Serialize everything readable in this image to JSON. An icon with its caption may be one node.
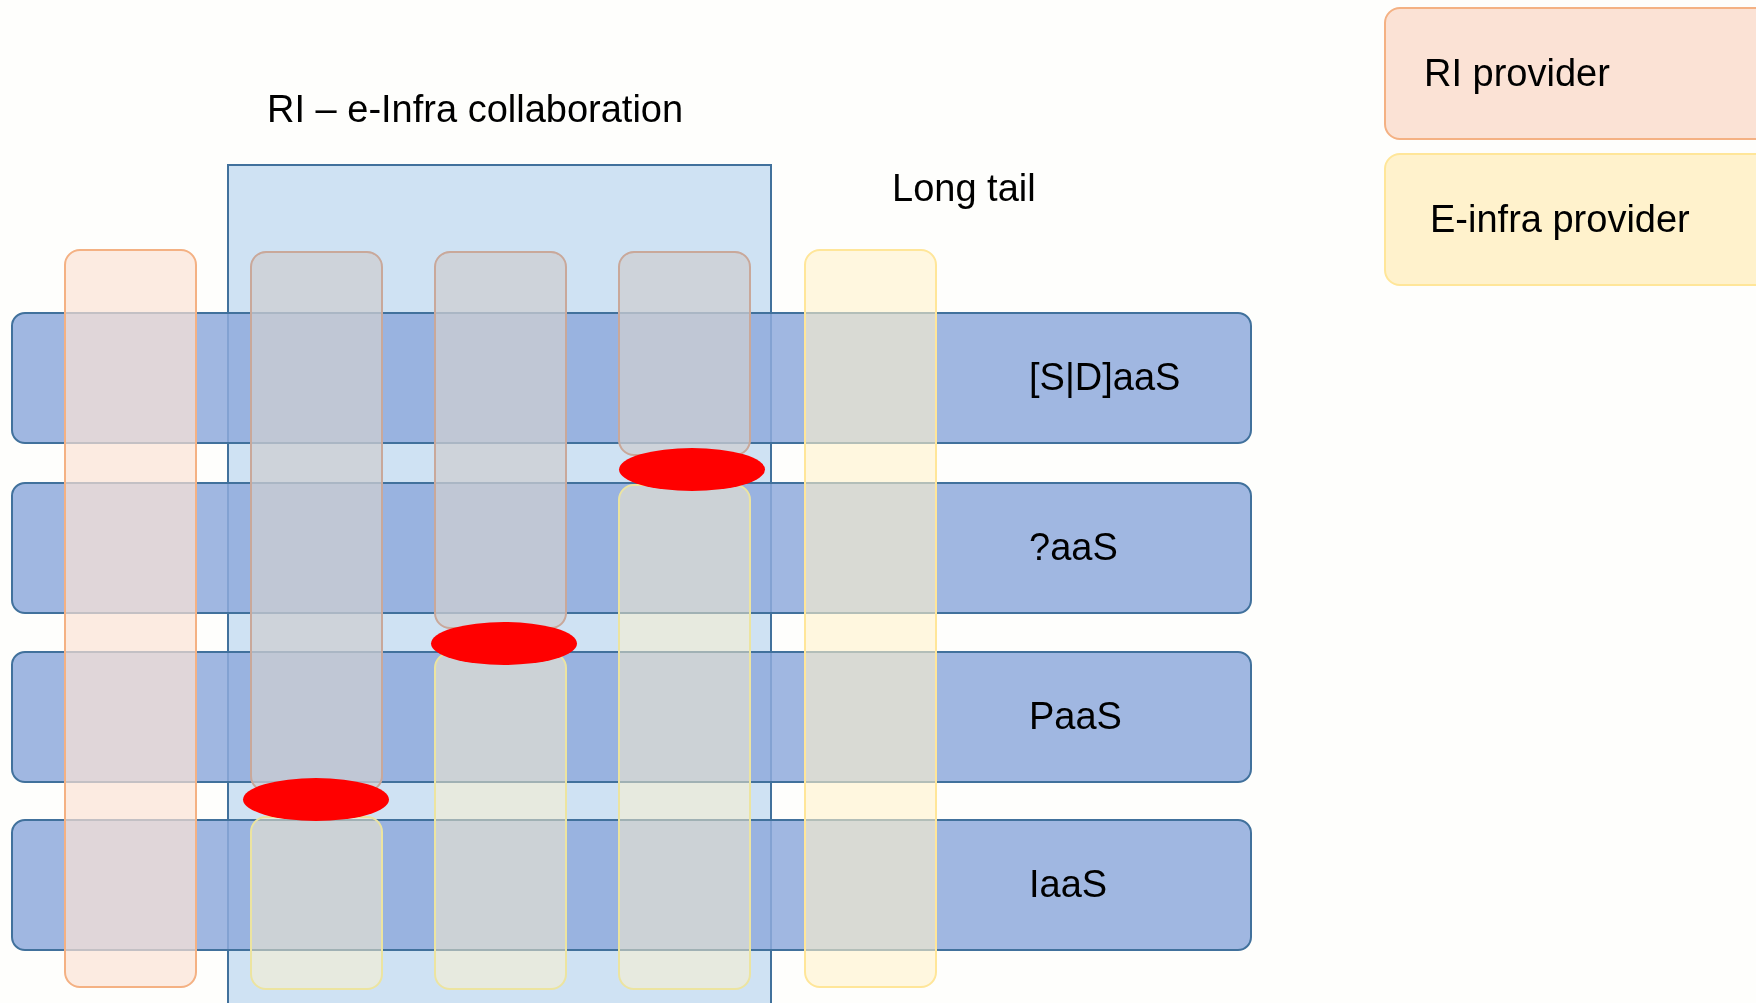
{
  "diagram": {
    "nodes": [
      {
        "text": [
          "RI – e-Infra collaboration"
        ]
      },
      {
        "text": [
          "Long tail"
        ]
      },
      {
        "text": [
          "[S|D]aaS"
        ]
      },
      {
        "text": [
          "?aaS"
        ]
      },
      {
        "text": [
          "PaaS"
        ]
      },
      {
        "text": [
          "IaaS"
        ]
      },
      {
        "text": [],
        "shape": "bar"
      },
      {
        "text": [],
        "shape": "bar",
        "in": 0
      },
      {
        "text": [],
        "shape": "bar",
        "in": 0
      },
      {
        "text": [],
        "shape": "bar",
        "in": 0
      },
      {
        "text": [],
        "shape": "bar",
        "in": 0
      },
      {
        "text": [],
        "shape": "bar",
        "in": 0
      },
      {
        "text": [],
        "shape": "bar",
        "in": 0
      },
      {
        "text": [],
        "shape": "ellipse",
        "in": 0
      },
      {
        "text": [],
        "shape": "ellipse",
        "in": 0
      },
      {
        "text": [],
        "shape": "ellipse",
        "in": 0
      }
    ],
    "edges": [],
    "legend": [
      {
        "text": "RI provider",
        "color": "#fbe2d5"
      },
      {
        "text": "E-infra provider",
        "color": "#fff2cc"
      }
    ]
  }
}
